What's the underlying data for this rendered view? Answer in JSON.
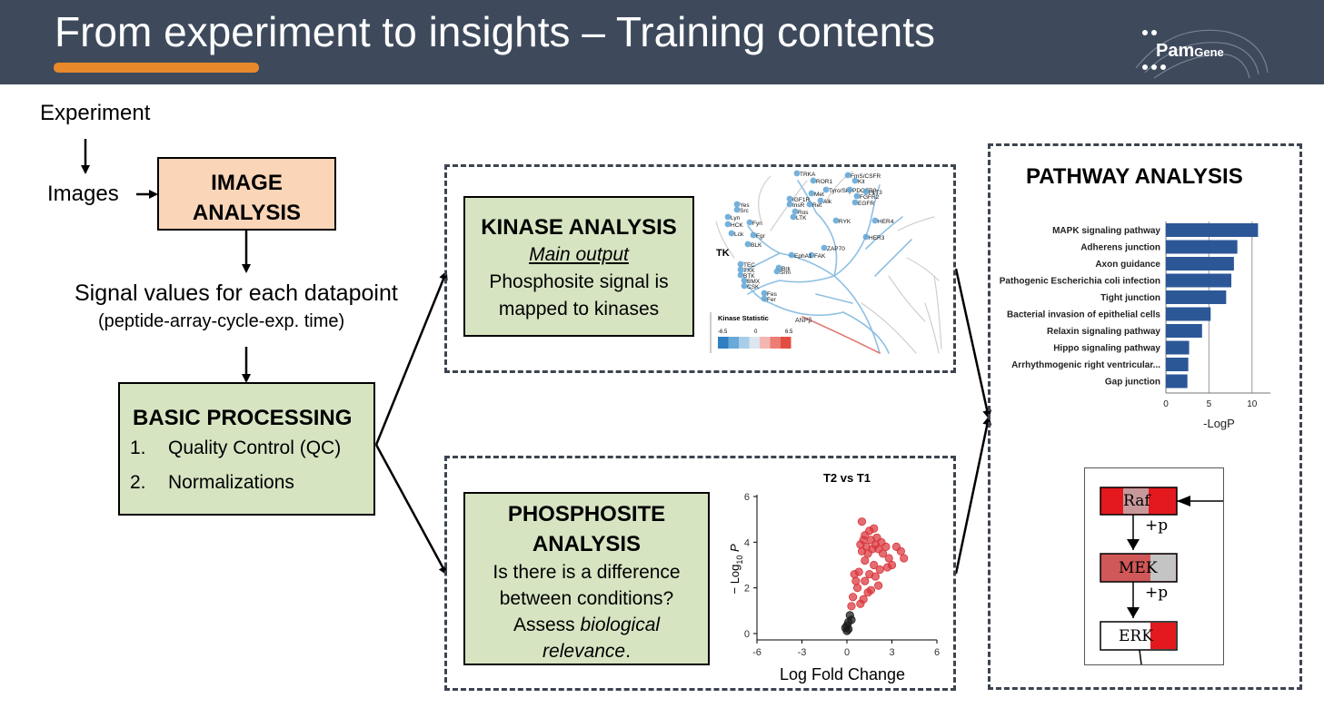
{
  "header": {
    "title": "From experiment to insights – Training contents",
    "logo": {
      "text": "Pam",
      "text_suffix": "Gene",
      "icon": "pamgene-logo"
    }
  },
  "flow": {
    "experiment": "Experiment",
    "images": "Images",
    "image_analysis": [
      "IMAGE",
      "ANALYSIS"
    ],
    "signal_values": "Signal values for each datapoint",
    "signal_values_detail": "(peptide-array-cycle-exp. time)",
    "basic_processing": {
      "title": "BASIC PROCESSING",
      "items": [
        {
          "num": "1.",
          "label": "Quality Control (QC)"
        },
        {
          "num": "2.",
          "label": "Normalizations"
        }
      ]
    }
  },
  "kinase": {
    "title": "KINASE ANALYSIS",
    "subtitle": "Main output",
    "desc_line1": "Phosphosite signal is",
    "desc_line2": "mapped to kinases",
    "tree": {
      "group_label": "TK",
      "legend_title": "Kinase Statistic",
      "legend_ticks": [
        "-6.5",
        "0",
        "6.5"
      ],
      "legend_colors": [
        "#2f7fc1",
        "#6aaad8",
        "#a8cde8",
        "#dde6ee",
        "#f4b6b0",
        "#ec7d72",
        "#e24d42"
      ],
      "red_branch_label": "ANPβ",
      "nodes": [
        "TRKA",
        "ROR1",
        "FmS/CSFR",
        "Kit",
        "Tyro/Sky",
        "PDGFRβ",
        "FLT3",
        "FGFR2",
        "EGFR",
        "IGF1R",
        "InsR",
        "Ret",
        "Alk",
        "Ros",
        "LTK",
        "Met",
        "RYK",
        "HER4",
        "HER3",
        "Yes",
        "Src",
        "Fyn",
        "Lyn",
        "HCK",
        "Lck",
        "Fgr",
        "BLK",
        "ZAP70",
        "FAK",
        "EphA1",
        "TEC",
        "TXK",
        "BTK",
        "BMX",
        "CSK",
        "Brk",
        "Srm",
        "Fes",
        "Fer"
      ]
    }
  },
  "phosphosite": {
    "title_line1": "PHOSPHOSITE",
    "title_line2": "ANALYSIS",
    "desc_line1": "Is there is a difference",
    "desc_line2": "between conditions?",
    "desc_line3_plain": "Assess ",
    "desc_line3_italic": "biological",
    "desc_line4_italic": "relevance",
    "desc_line4_end": "."
  },
  "pathway": {
    "title": "PATHWAY ANALYSIS",
    "axis_label": "-LogP",
    "gene_nodes": {
      "raf": "Raf",
      "mek": "MEK",
      "erk": "ERK",
      "plus_p": "+p"
    }
  },
  "chart_data": [
    {
      "type": "bar",
      "orientation": "horizontal",
      "categories": [
        "MAPK signaling pathway",
        "Adherens junction",
        "Axon guidance",
        "Pathogenic Escherichia coli infection",
        "Tight junction",
        "Bacterial invasion of epithelial cells",
        "Relaxin signaling pathway",
        "Hippo signaling pathway",
        "Arrhythmogenic right ventricular...",
        "Gap junction"
      ],
      "values": [
        10.7,
        8.3,
        7.9,
        7.6,
        7.0,
        5.2,
        4.2,
        2.7,
        2.6,
        2.5
      ],
      "xlabel": "-LogP",
      "xlim": [
        0,
        11.5
      ],
      "xticks": [
        0,
        5,
        10
      ],
      "grid": true,
      "color": "#2b5797"
    },
    {
      "type": "scatter",
      "title": "T2 vs T1",
      "xlabel": "Log Fold Change",
      "ylabel_prefix": "− Log",
      "ylabel_sub": "10",
      "ylabel_var": "P",
      "xlim": [
        -6,
        6
      ],
      "ylim": [
        0,
        6
      ],
      "xticks": [
        -6,
        -3,
        0,
        3,
        6
      ],
      "yticks": [
        0,
        2,
        4,
        6
      ],
      "series": [
        {
          "color": "#d9343a",
          "points": [
            [
              1.0,
              4.9
            ],
            [
              1.8,
              4.6
            ],
            [
              1.5,
              4.5
            ],
            [
              1.2,
              4.3
            ],
            [
              2.0,
              4.2
            ],
            [
              1.1,
              4.1
            ],
            [
              1.6,
              4.1
            ],
            [
              2.3,
              4.0
            ],
            [
              1.9,
              3.9
            ],
            [
              0.9,
              3.9
            ],
            [
              1.3,
              3.8
            ],
            [
              2.6,
              3.8
            ],
            [
              3.3,
              3.8
            ],
            [
              1.7,
              3.7
            ],
            [
              2.1,
              3.7
            ],
            [
              3.6,
              3.6
            ],
            [
              1.0,
              3.6
            ],
            [
              2.4,
              3.5
            ],
            [
              1.4,
              3.5
            ],
            [
              2.8,
              3.3
            ],
            [
              3.8,
              3.3
            ],
            [
              1.2,
              3.2
            ],
            [
              1.8,
              3.0
            ],
            [
              2.2,
              2.8
            ],
            [
              2.7,
              2.9
            ],
            [
              3.0,
              3.0
            ],
            [
              0.8,
              2.7
            ],
            [
              1.5,
              2.6
            ],
            [
              0.5,
              2.6
            ],
            [
              1.9,
              2.5
            ],
            [
              0.6,
              2.3
            ],
            [
              1.2,
              2.3
            ],
            [
              2.1,
              2.1
            ],
            [
              1.6,
              1.9
            ],
            [
              0.7,
              2.0
            ],
            [
              1.4,
              1.8
            ],
            [
              0.4,
              1.6
            ],
            [
              1.1,
              1.5
            ],
            [
              0.9,
              1.3
            ],
            [
              0.3,
              1.2
            ]
          ]
        },
        {
          "color": "#1a1a1a",
          "points": [
            [
              0.2,
              0.8
            ],
            [
              0.3,
              0.6
            ],
            [
              0.1,
              0.5
            ],
            [
              0.0,
              0.35
            ],
            [
              -0.1,
              0.25
            ],
            [
              0.1,
              0.2
            ],
            [
              0.0,
              0.12
            ]
          ]
        }
      ]
    }
  ]
}
